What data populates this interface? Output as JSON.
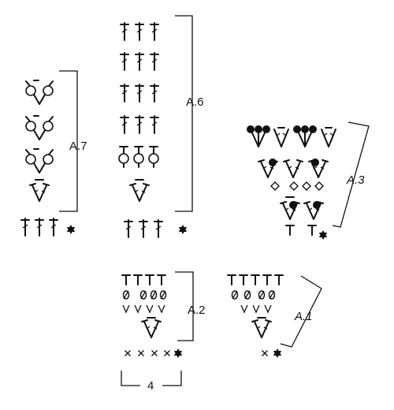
{
  "diagrams": {
    "a7": {
      "label": "A.7"
    },
    "a6": {
      "label": "A.6"
    },
    "a3": {
      "label": "A.3"
    },
    "a2": {
      "label": "A.2"
    },
    "a1": {
      "label": "A.1"
    }
  },
  "repeat_width": "4",
  "symbols": [
    "dc",
    "ch",
    "ch-space",
    "sc",
    "v-stitch",
    "star",
    "cluster",
    "diamond",
    "tr-stitch",
    "x-stitch"
  ]
}
